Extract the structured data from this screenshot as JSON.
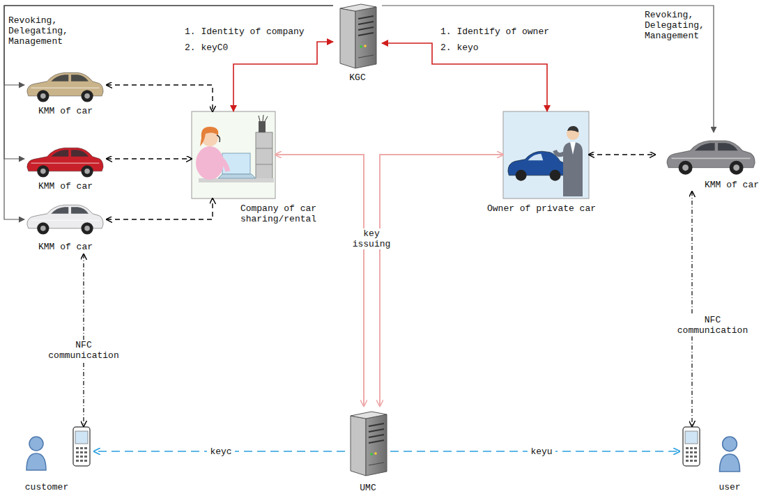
{
  "diagram": {
    "nodes": [
      {
        "text": [
          "KGC"
        ]
      },
      {
        "text": [
          "KMM of car"
        ]
      },
      {
        "text": [
          "Company of car sharing/rental"
        ]
      },
      {
        "text": [
          "Owner of private car"
        ]
      },
      {
        "text": [
          "KMM of car"
        ]
      },
      {
        "text": [
          "KMM of car"
        ]
      },
      {
        "text": [
          "KMM of car"
        ]
      },
      {
        "text": [
          "UMC"
        ]
      },
      {
        "text": [
          "customer"
        ]
      },
      {
        "text": [
          "user"
        ]
      }
    ],
    "edges": [
      {
        "from": 0,
        "to": 2,
        "arrow": "both"
      },
      {
        "from": 0,
        "to": 3,
        "arrow": "both"
      },
      {
        "from": 0,
        "to": 1,
        "arrow": "to"
      },
      {
        "from": 0,
        "to": 5,
        "arrow": "to"
      },
      {
        "from": 0,
        "to": 6,
        "arrow": "to"
      },
      {
        "from": 0,
        "to": 4,
        "arrow": "to"
      },
      {
        "from": 1,
        "to": 2,
        "arrow": "both"
      },
      {
        "from": 5,
        "to": 2,
        "arrow": "both"
      },
      {
        "from": 6,
        "to": 2,
        "arrow": "both"
      },
      {
        "from": 3,
        "to": 4,
        "arrow": "both"
      },
      {
        "from": 7,
        "to": 2,
        "label": "key issuing",
        "arrow": "both"
      },
      {
        "from": 7,
        "to": 3,
        "arrow": "both"
      },
      {
        "from": 7,
        "to": 8,
        "label": "keyc",
        "arrow": "to"
      },
      {
        "from": 7,
        "to": 9,
        "label": "keyu",
        "arrow": "to"
      },
      {
        "from": 6,
        "to": 8,
        "label": "NFC communication",
        "arrow": "both"
      },
      {
        "from": 4,
        "to": 9,
        "label": "NFC communication",
        "arrow": "both"
      }
    ],
    "labels": [
      "Revoking, Delegating, Management",
      "1. Identity of company",
      "2. keyC0",
      "1. Identify of owner",
      "2. keyo",
      "Revoking, Delegating, Management"
    ]
  }
}
